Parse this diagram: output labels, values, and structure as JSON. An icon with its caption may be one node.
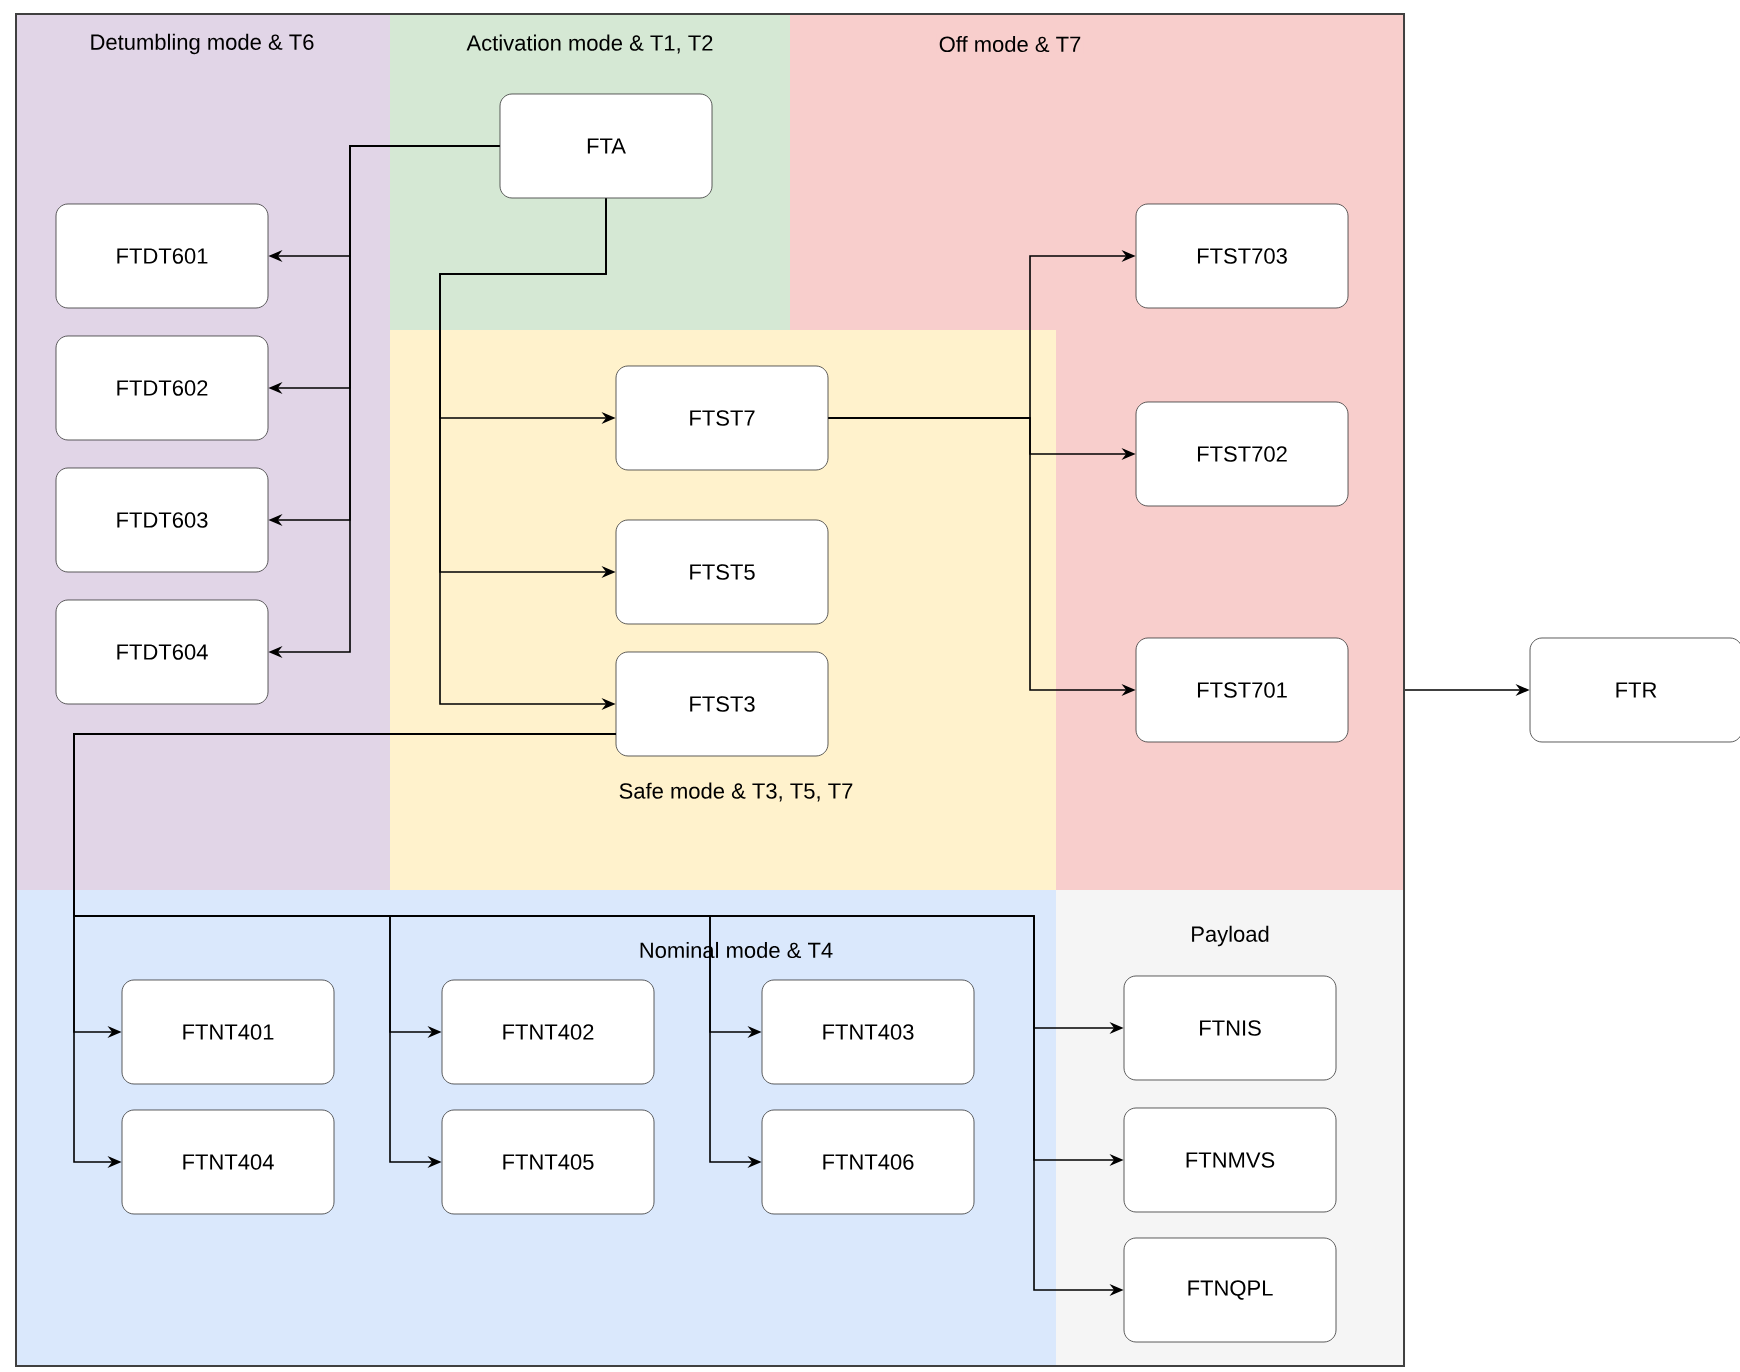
{
  "diagram": {
    "nodes": [
      {
        "text": [],
        "shape": "box"
      },
      {
        "text": [
          "Detumbling mode & T6"
        ],
        "in": 0
      },
      {
        "text": [
          "FTDT601"
        ],
        "in": 1
      },
      {
        "text": [
          "FTDT602"
        ],
        "in": 1
      },
      {
        "text": [
          "FTDT603"
        ],
        "in": 1
      },
      {
        "text": [
          "FTDT604"
        ],
        "in": 1
      },
      {
        "text": [
          "Activation mode & T1, T2"
        ],
        "in": 0
      },
      {
        "text": [
          "FTA"
        ],
        "in": 6
      },
      {
        "text": [
          "Off mode & T7"
        ],
        "in": 0
      },
      {
        "text": [
          "FTST703"
        ],
        "in": 8
      },
      {
        "text": [
          "FTST702"
        ],
        "in": 8
      },
      {
        "text": [
          "FTST701"
        ],
        "in": 8
      },
      {
        "text": [
          "Safe mode & T3, T5, T7"
        ],
        "in": 0
      },
      {
        "text": [
          "FTST7"
        ],
        "in": 12
      },
      {
        "text": [
          "FTST5"
        ],
        "in": 12
      },
      {
        "text": [
          "FTST3"
        ],
        "in": 12
      },
      {
        "text": [
          "Nominal mode & T4"
        ],
        "in": 0
      },
      {
        "text": [
          "FTNT401"
        ],
        "in": 16
      },
      {
        "text": [
          "FTNT402"
        ],
        "in": 16
      },
      {
        "text": [
          "FTNT403"
        ],
        "in": 16
      },
      {
        "text": [
          "FTNT404"
        ],
        "in": 16
      },
      {
        "text": [
          "FTNT405"
        ],
        "in": 16
      },
      {
        "text": [
          "FTNT406"
        ],
        "in": 16
      },
      {
        "text": [
          "Payload"
        ],
        "in": 0
      },
      {
        "text": [
          "FTNIS"
        ],
        "in": 23
      },
      {
        "text": [
          "FTNMVS"
        ],
        "in": 23
      },
      {
        "text": [
          "FTNQPL"
        ],
        "in": 23
      },
      {
        "text": [
          "FTR"
        ]
      }
    ],
    "edges": [
      {
        "from": 7,
        "to": 2,
        "arrow": "to"
      },
      {
        "from": 7,
        "to": 3,
        "arrow": "to"
      },
      {
        "from": 7,
        "to": 4,
        "arrow": "to"
      },
      {
        "from": 7,
        "to": 5,
        "arrow": "to"
      },
      {
        "from": 7,
        "to": 13,
        "arrow": "to"
      },
      {
        "from": 7,
        "to": 14,
        "arrow": "to"
      },
      {
        "from": 7,
        "to": 15,
        "arrow": "to"
      },
      {
        "from": 13,
        "to": 9,
        "arrow": "to"
      },
      {
        "from": 13,
        "to": 10,
        "arrow": "to"
      },
      {
        "from": 13,
        "to": 11,
        "arrow": "to"
      },
      {
        "from": 15,
        "to": 17,
        "arrow": "to"
      },
      {
        "from": 15,
        "to": 20,
        "arrow": "to"
      },
      {
        "from": 15,
        "to": 18,
        "arrow": "to"
      },
      {
        "from": 15,
        "to": 21,
        "arrow": "to"
      },
      {
        "from": 15,
        "to": 19,
        "arrow": "to"
      },
      {
        "from": 15,
        "to": 22,
        "arrow": "to"
      },
      {
        "from": 15,
        "to": 24,
        "arrow": "to"
      },
      {
        "from": 15,
        "to": 25,
        "arrow": "to"
      },
      {
        "from": 15,
        "to": 26,
        "arrow": "to"
      },
      {
        "from": 0,
        "to": 27,
        "arrow": "to"
      }
    ]
  }
}
